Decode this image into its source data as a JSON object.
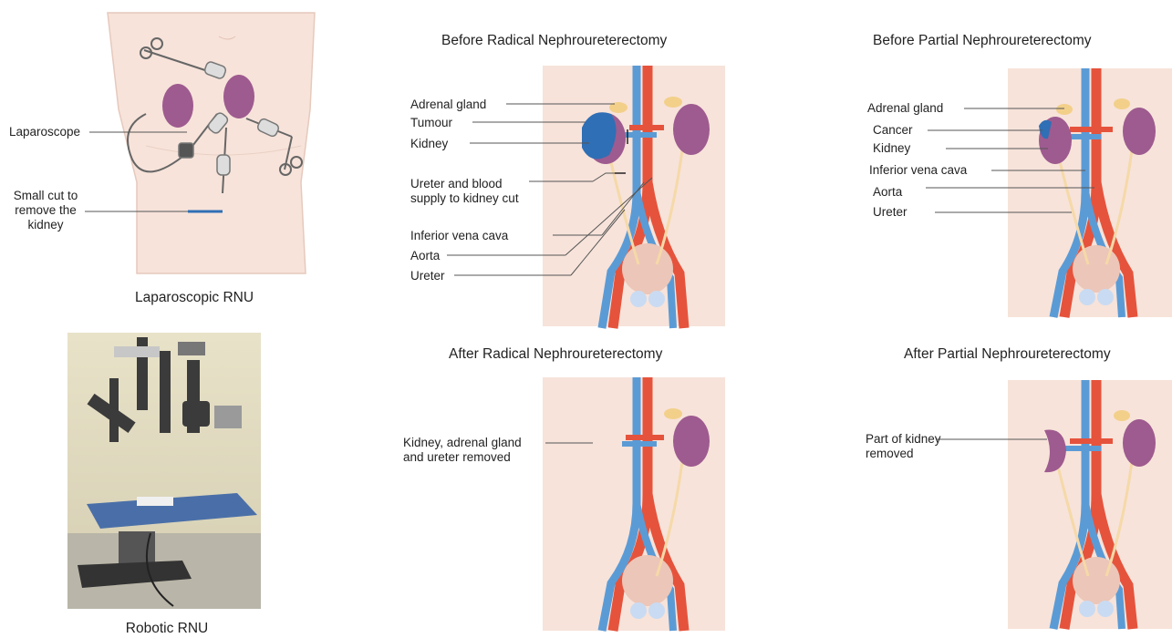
{
  "lap": {
    "caption": "Laparoscopic RNU",
    "labels": {
      "laparoscope": "Laparoscope",
      "small_cut": "Small cut to\nremove the\nkidney"
    }
  },
  "robot": {
    "caption": "Robotic RNU"
  },
  "before_radical": {
    "title": "Before Radical Nephroureterectomy",
    "labels": {
      "adrenal": "Adrenal gland",
      "tumour": "Tumour",
      "kidney": "Kidney",
      "ureter_blood": "Ureter and blood\nsupply to kidney cut",
      "ivc": "Inferior vena cava",
      "aorta": "Aorta",
      "ureter": "Ureter"
    }
  },
  "after_radical": {
    "title": "After Radical Nephroureterectomy",
    "labels": {
      "removed": "Kidney, adrenal gland\nand ureter removed"
    }
  },
  "before_partial": {
    "title": "Before Partial Nephroureterectomy",
    "labels": {
      "adrenal": "Adrenal gland",
      "cancer": "Cancer",
      "kidney": "Kidney",
      "ivc": "Inferior vena cava",
      "aorta": "Aorta",
      "ureter": "Ureter"
    }
  },
  "after_partial": {
    "title": "After Partial Nephroureterectomy",
    "labels": {
      "part_removed": "Part of kidney\nremoved"
    }
  },
  "colors": {
    "skin": "#f7e3da",
    "skin_line": "#e6c9bd",
    "artery": "#e5533c",
    "vein": "#5b9bd5",
    "kidney": "#9e5b8f",
    "adrenal": "#f3d08a",
    "ureter": "#f5d9a8",
    "tumour": "#2f6fb5",
    "leader": "#555555"
  }
}
